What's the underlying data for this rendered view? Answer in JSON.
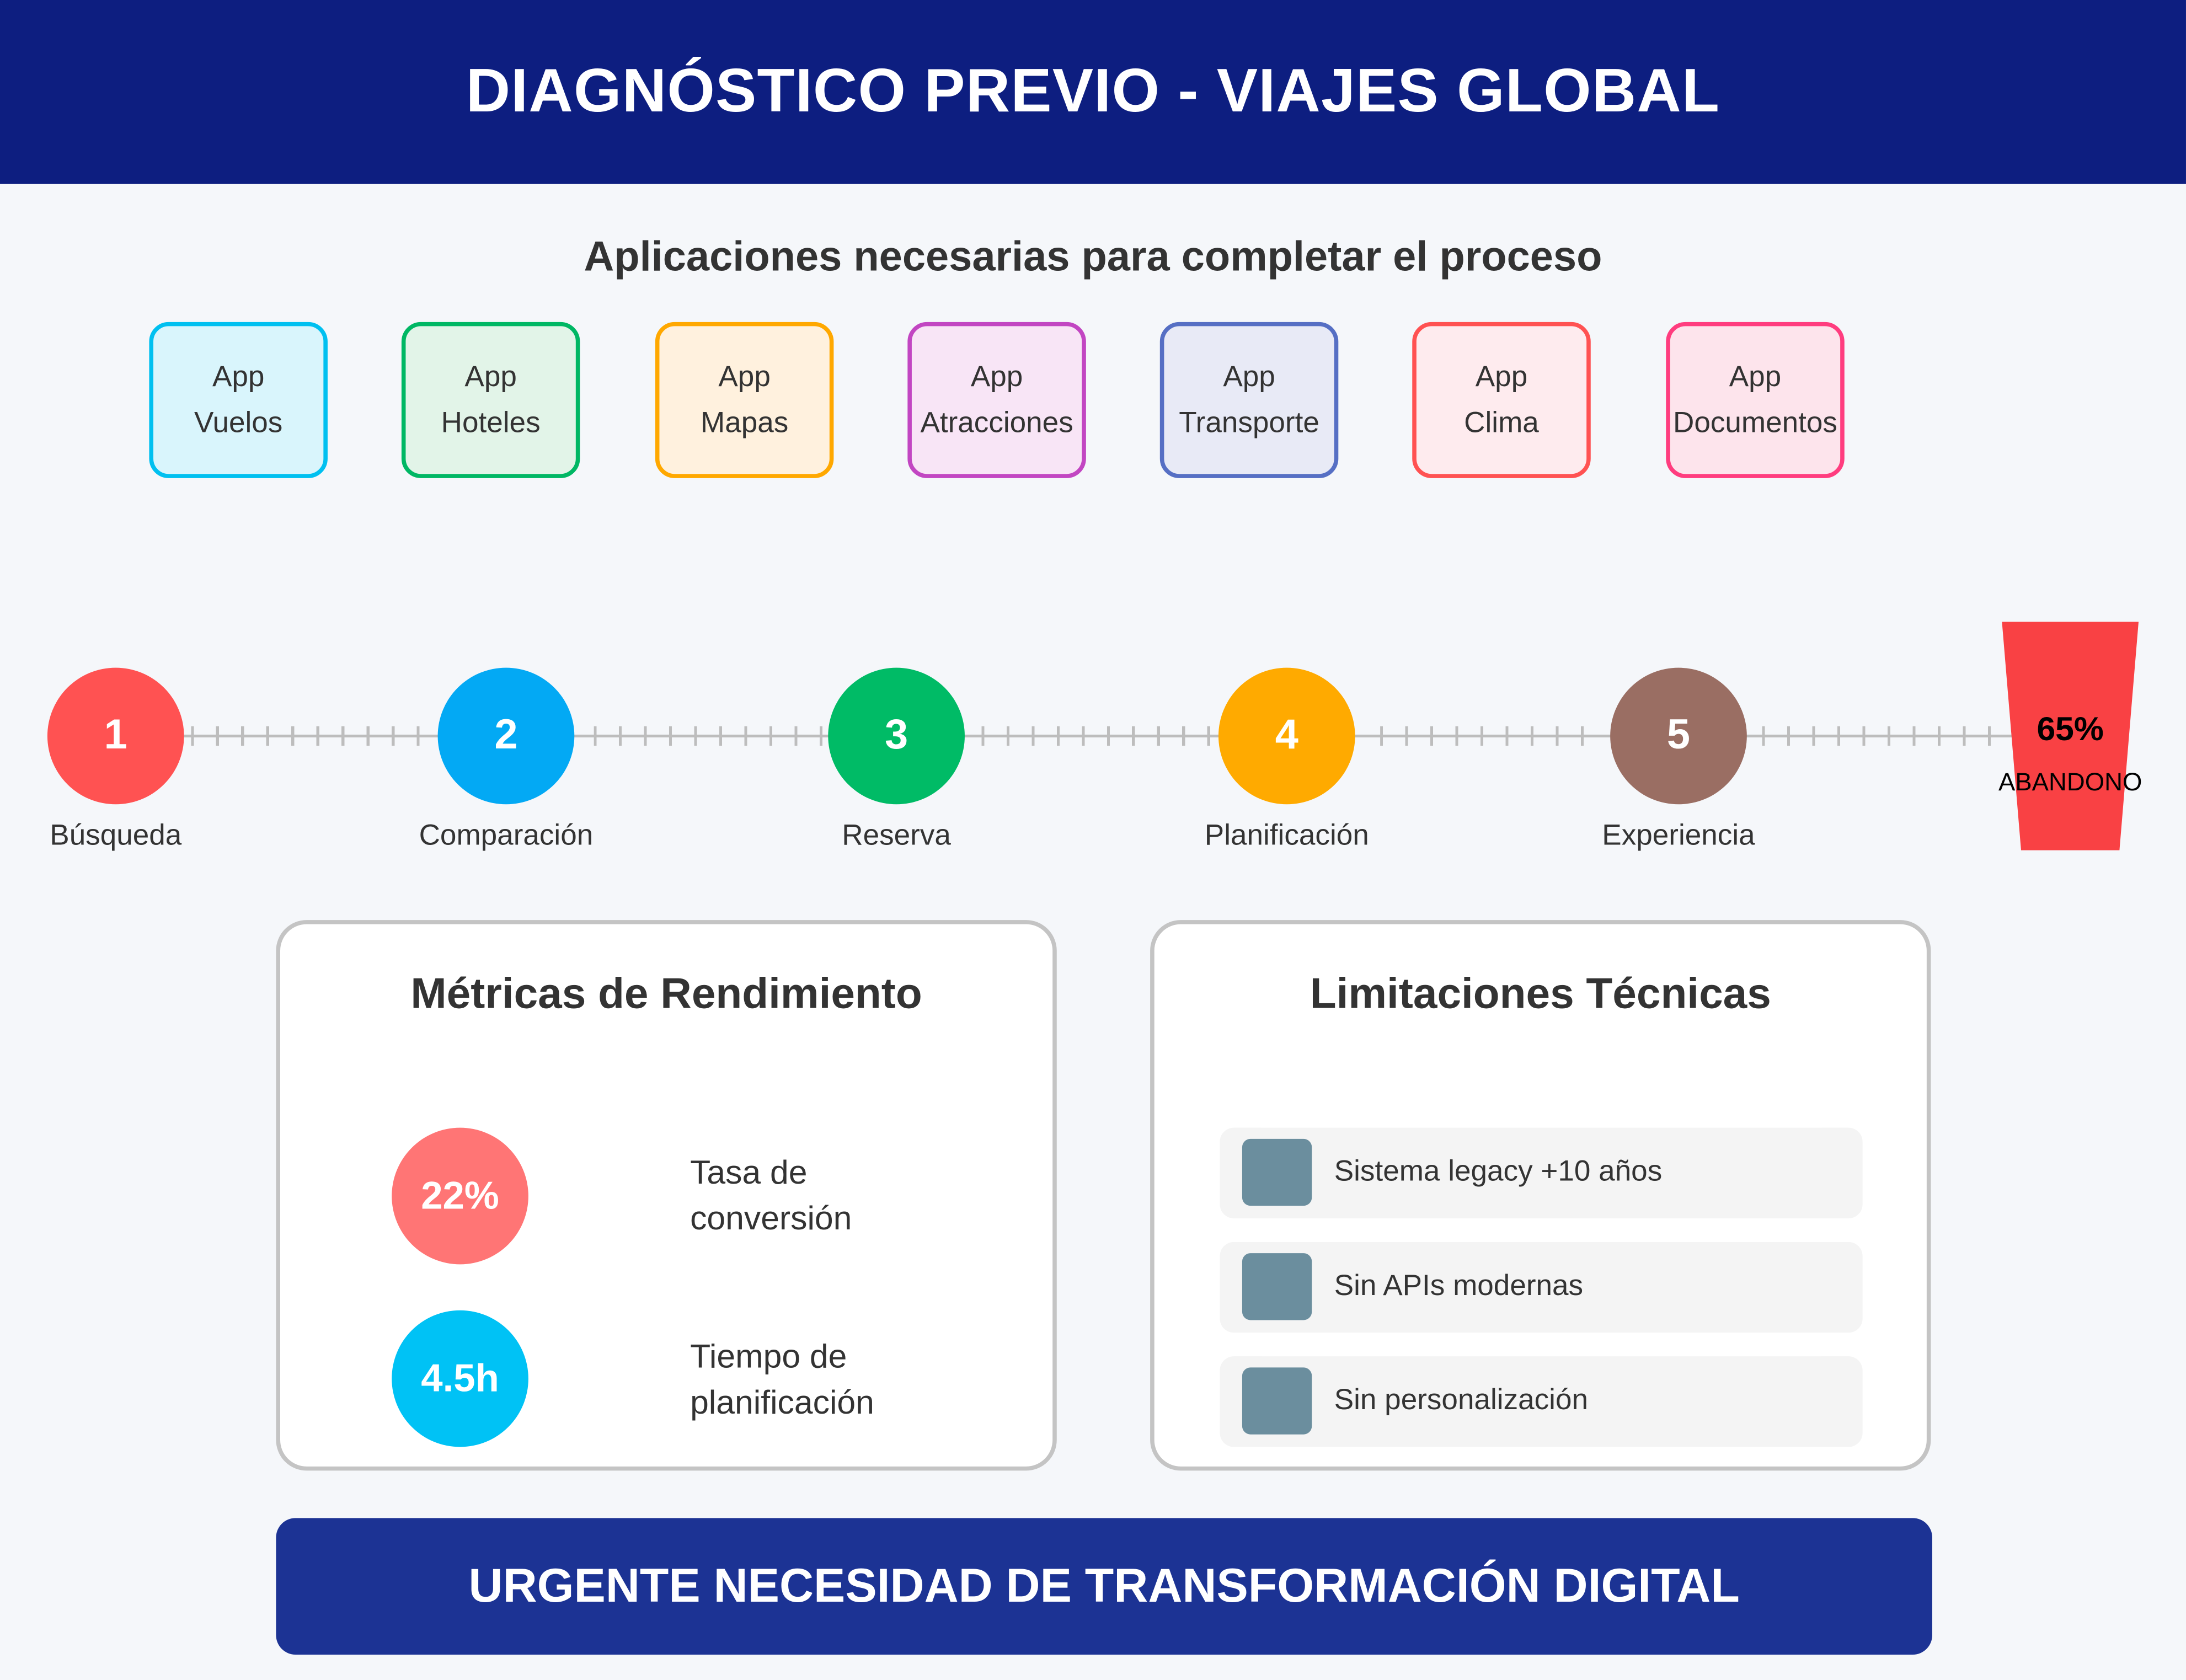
{
  "header": {
    "title": "DIAGNÓSTICO PREVIO - VIAJES GLOBAL",
    "bg_color": "#0d1e80"
  },
  "apps": {
    "title": "Aplicaciones necesarias para completar el proceso",
    "items": [
      {
        "line1": "App",
        "line2": "Vuelos",
        "border": "#00c0f0",
        "bg": "#d9f5fc"
      },
      {
        "line1": "App",
        "line2": "Hoteles",
        "border": "#00b764",
        "bg": "#e2f4e8"
      },
      {
        "line1": "App",
        "line2": "Mapas",
        "border": "#ffa800",
        "bg": "#fff1de"
      },
      {
        "line1": "App",
        "line2": "Atracciones",
        "border": "#c246c2",
        "bg": "#f8e5f6"
      },
      {
        "line1": "App",
        "line2": "Transporte",
        "border": "#566fc4",
        "bg": "#e8eaf6"
      },
      {
        "line1": "App",
        "line2": "Clima",
        "border": "#ff5252",
        "bg": "#feebee"
      },
      {
        "line1": "App",
        "line2": "Documentos",
        "border": "#ff3d7f",
        "bg": "#fde4ec"
      }
    ]
  },
  "journey": {
    "steps": [
      {
        "number": "1",
        "label": "Búsqueda",
        "color": "#ff5252"
      },
      {
        "number": "2",
        "label": "Comparación",
        "color": "#03a9f4"
      },
      {
        "number": "3",
        "label": "Reserva",
        "color": "#00bb66"
      },
      {
        "number": "4",
        "label": "Planificación",
        "color": "#ffaa00"
      },
      {
        "number": "5",
        "label": "Experiencia",
        "color": "#9a6e63"
      }
    ],
    "abandon": {
      "percent": "65%",
      "label": "ABANDONO",
      "color": "#f94144"
    }
  },
  "metrics": {
    "title": "Métricas de Rendimiento",
    "items": [
      {
        "value": "22%",
        "line1": "Tasa de",
        "line2": "conversión",
        "color": "#ff7575"
      },
      {
        "value": "4.5h",
        "line1": "Tiempo de",
        "line2": "planificación",
        "color": "#00c2f5"
      }
    ]
  },
  "limitations": {
    "title": "Limitaciones Técnicas",
    "items": [
      {
        "text": "Sistema legacy +10 años"
      },
      {
        "text": "Sin APIs modernas"
      },
      {
        "text": "Sin personalización"
      }
    ]
  },
  "footer": {
    "text": "URGENTE NECESIDAD DE TRANSFORMACIÓN DIGITAL",
    "bg_color": "#1c3394"
  }
}
